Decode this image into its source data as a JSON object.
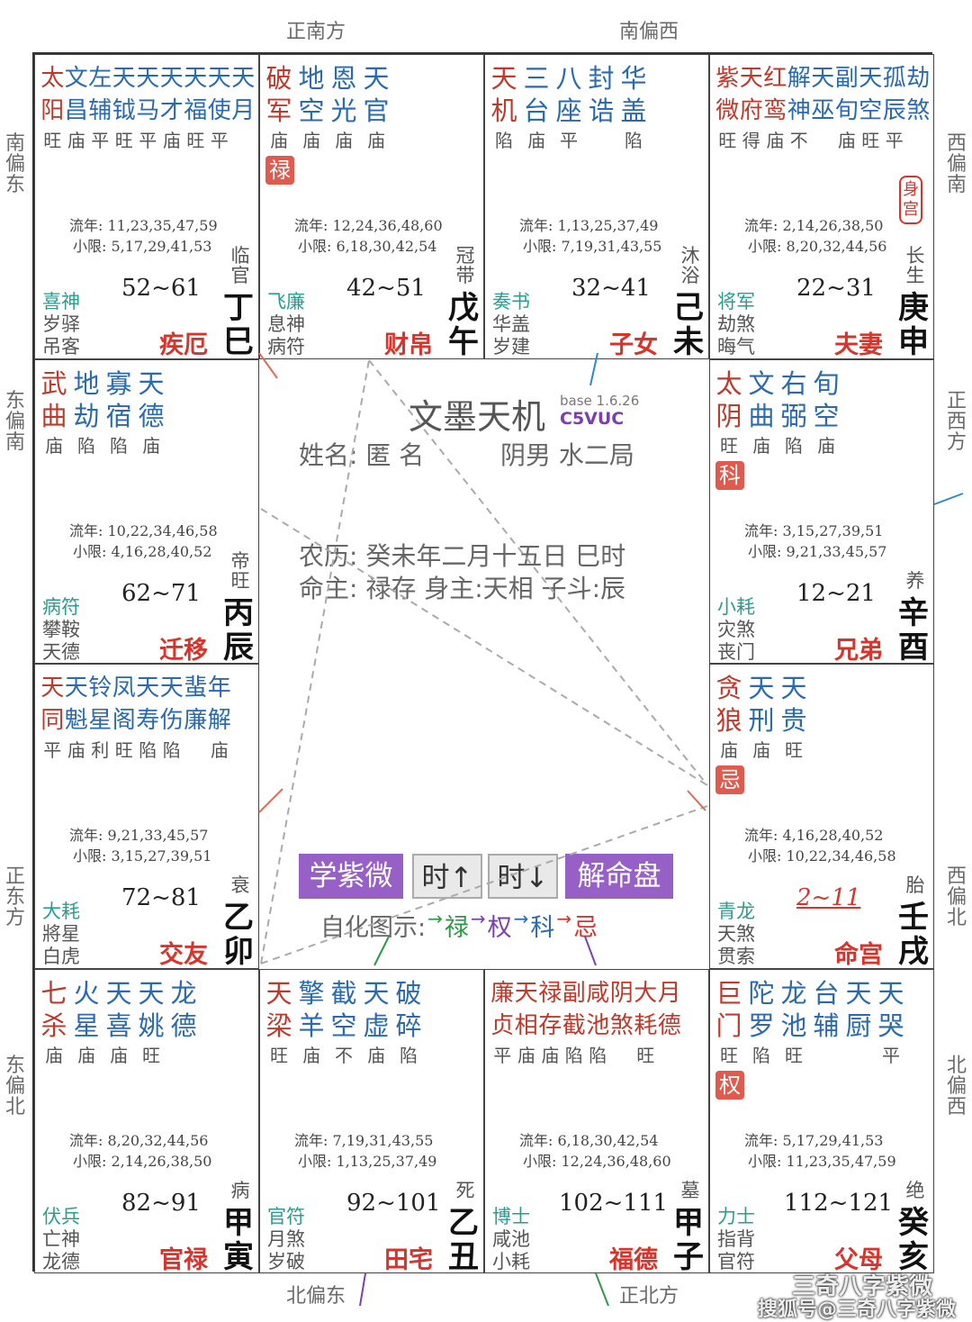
{
  "directions": {
    "top": [
      "正南方",
      "南偏西"
    ],
    "bottom": [
      "北偏东",
      "正北方"
    ],
    "left": [
      "南偏东",
      "东偏南",
      "正东方",
      "东偏北"
    ],
    "right": [
      "西偏南",
      "正西方",
      "西偏北",
      "北偏西"
    ]
  },
  "colors": {
    "red": "#d8342b",
    "blue": "#2a6ab0",
    "teal": "#2a9d8f",
    "purple": "#9660c7",
    "hua": "#e05a4e"
  },
  "cells": [
    {
      "stars": [
        {
          "n": "太阳",
          "b": "旺",
          "c": "#c0392b"
        },
        {
          "n": "文昌",
          "b": "庙",
          "c": "#2a6ab0"
        },
        {
          "n": "左辅",
          "b": "平",
          "c": "#2a6ab0"
        },
        {
          "n": "天钺",
          "b": "旺",
          "c": "#2a6ab0"
        },
        {
          "n": "天马",
          "b": "平",
          "c": "#2a6ab0"
        },
        {
          "n": "天才",
          "b": "庙",
          "c": "#2a6ab0"
        },
        {
          "n": "天福",
          "b": "旺",
          "c": "#2a6ab0"
        },
        {
          "n": "天使",
          "b": "平",
          "c": "#2a6ab0"
        },
        {
          "n": "天月",
          "b": "",
          "c": "#2a6ab0"
        }
      ],
      "liunian": "流年: 11,23,35,47,59",
      "xiaoxian": "小限: 5,17,29,41,53",
      "ys": [
        "喜神",
        "岁驿",
        "吊客"
      ],
      "range": "52~61",
      "palace": "疾厄",
      "stage": "临官",
      "stem": "丁巳"
    },
    {
      "stars": [
        {
          "n": "破军",
          "b": "庙",
          "c": "#c0392b"
        },
        {
          "n": "地空",
          "b": "庙",
          "c": "#2a6ab0"
        },
        {
          "n": "恩光",
          "b": "庙",
          "c": "#2a6ab0"
        },
        {
          "n": "天官",
          "b": "庙",
          "c": "#2a6ab0"
        }
      ],
      "hua": "禄",
      "liunian": "流年: 12,24,36,48,60",
      "xiaoxian": "小限: 6,18,30,42,54",
      "ys": [
        "飞廉",
        "息神",
        "病符"
      ],
      "range": "42~51",
      "palace": "财帛",
      "stage": "冠带",
      "stem": "戊午"
    },
    {
      "stars": [
        {
          "n": "天机",
          "b": "陷",
          "c": "#c0392b"
        },
        {
          "n": "三台",
          "b": "庙",
          "c": "#2a6ab0"
        },
        {
          "n": "八座",
          "b": "平",
          "c": "#2a6ab0"
        },
        {
          "n": "封诰",
          "b": "",
          "c": "#2a6ab0"
        },
        {
          "n": "华盖",
          "b": "陷",
          "c": "#2a6ab0"
        }
      ],
      "liunian": "流年: 1,13,25,37,49",
      "xiaoxian": "小限: 7,19,31,43,55",
      "ys": [
        "奏书",
        "华盖",
        "岁建"
      ],
      "range": "32~41",
      "palace": "子女",
      "stage": "沐浴",
      "stem": "己未"
    },
    {
      "stars": [
        {
          "n": "紫微",
          "b": "旺",
          "c": "#c0392b"
        },
        {
          "n": "天府",
          "b": "得",
          "c": "#c0392b"
        },
        {
          "n": "红鸾",
          "b": "庙",
          "c": "#c0392b"
        },
        {
          "n": "解神",
          "b": "不",
          "c": "#2a6ab0"
        },
        {
          "n": "天巫",
          "b": "",
          "c": "#2a6ab0"
        },
        {
          "n": "副旬",
          "b": "庙",
          "c": "#2a6ab0"
        },
        {
          "n": "天空",
          "b": "旺",
          "c": "#2a6ab0"
        },
        {
          "n": "孤辰",
          "b": "平",
          "c": "#2a6ab0"
        },
        {
          "n": "劫煞",
          "b": "",
          "c": "#2a6ab0"
        }
      ],
      "shen": "身宫",
      "liunian": "流年: 2,14,26,38,50",
      "xiaoxian": "小限: 8,20,32,44,56",
      "ys": [
        "将军",
        "劫煞",
        "晦气"
      ],
      "range": "22~31",
      "palace": "夫妻",
      "stage": "长生",
      "stem": "庚申"
    },
    {
      "stars": [
        {
          "n": "武曲",
          "b": "庙",
          "c": "#c0392b"
        },
        {
          "n": "地劫",
          "b": "陷",
          "c": "#2a6ab0"
        },
        {
          "n": "寡宿",
          "b": "陷",
          "c": "#2a6ab0"
        },
        {
          "n": "天德",
          "b": "庙",
          "c": "#2a6ab0"
        }
      ],
      "liunian": "流年: 10,22,34,46,58",
      "xiaoxian": "小限: 4,16,28,40,52",
      "ys": [
        "病符",
        "攀鞍",
        "天德"
      ],
      "range": "62~71",
      "palace": "迁移",
      "stage": "帝旺",
      "stem": "丙辰"
    },
    {
      "stars": [
        {
          "n": "太阴",
          "b": "旺",
          "c": "#c0392b"
        },
        {
          "n": "文曲",
          "b": "庙",
          "c": "#2a6ab0"
        },
        {
          "n": "右弼",
          "b": "陷",
          "c": "#2a6ab0"
        },
        {
          "n": "旬空",
          "b": "庙",
          "c": "#2a6ab0"
        }
      ],
      "hua": "科",
      "liunian": "流年: 3,15,27,39,51",
      "xiaoxian": "小限: 9,21,33,45,57",
      "ys": [
        "小耗",
        "灾煞",
        "丧门"
      ],
      "range": "12~21",
      "palace": "兄弟",
      "stage": "养",
      "stem": "辛酉"
    },
    {
      "stars": [
        {
          "n": "天同",
          "b": "平",
          "c": "#c0392b"
        },
        {
          "n": "天魁",
          "b": "庙",
          "c": "#2a6ab0"
        },
        {
          "n": "铃星",
          "b": "利",
          "c": "#2a6ab0"
        },
        {
          "n": "凤阁",
          "b": "旺",
          "c": "#2a6ab0"
        },
        {
          "n": "天寿",
          "b": "陷",
          "c": "#2a6ab0"
        },
        {
          "n": "天伤",
          "b": "陷",
          "c": "#2a6ab0"
        },
        {
          "n": "蜚廉",
          "b": "",
          "c": "#2a6ab0"
        },
        {
          "n": "年解",
          "b": "庙",
          "c": "#2a6ab0"
        }
      ],
      "liunian": "流年: 9,21,33,45,57",
      "xiaoxian": "小限: 3,15,27,39,51",
      "ys": [
        "大耗",
        "將星",
        "白虎"
      ],
      "range": "72~81",
      "palace": "交友",
      "stage": "衰",
      "stem": "乙卯"
    },
    {
      "stars": [
        {
          "n": "贪狼",
          "b": "庙",
          "c": "#c0392b"
        },
        {
          "n": "天刑",
          "b": "庙",
          "c": "#2a6ab0"
        },
        {
          "n": "天贵",
          "b": "旺",
          "c": "#2a6ab0"
        }
      ],
      "hua": "忌",
      "liunian": "流年: 4,16,28,40,52",
      "xiaoxian": "小限: 10,22,34,46,58",
      "ys": [
        "青龙",
        "天煞",
        "贯索"
      ],
      "range": "2~11",
      "palace": "命宫",
      "stage": "胎",
      "stem": "壬戌"
    },
    {
      "stars": [
        {
          "n": "七杀",
          "b": "庙",
          "c": "#c0392b"
        },
        {
          "n": "火星",
          "b": "庙",
          "c": "#2a6ab0"
        },
        {
          "n": "天喜",
          "b": "庙",
          "c": "#2a6ab0"
        },
        {
          "n": "天姚",
          "b": "旺",
          "c": "#2a6ab0"
        },
        {
          "n": "龙德",
          "b": "",
          "c": "#2a6ab0"
        }
      ],
      "liunian": "流年: 8,20,32,44,56",
      "xiaoxian": "小限: 2,14,26,38,50",
      "ys": [
        "伏兵",
        "亡神",
        "龙德"
      ],
      "range": "82~91",
      "palace": "官禄",
      "stage": "病",
      "stem": "甲寅"
    },
    {
      "stars": [
        {
          "n": "天梁",
          "b": "旺",
          "c": "#c0392b"
        },
        {
          "n": "擎羊",
          "b": "庙",
          "c": "#2a6ab0"
        },
        {
          "n": "截空",
          "b": "不",
          "c": "#2a6ab0"
        },
        {
          "n": "天虚",
          "b": "庙",
          "c": "#2a6ab0"
        },
        {
          "n": "破碎",
          "b": "陷",
          "c": "#2a6ab0"
        }
      ],
      "liunian": "流年: 7,19,31,43,55",
      "xiaoxian": "小限: 1,13,25,37,49",
      "ys": [
        "官符",
        "月煞",
        "岁破"
      ],
      "range": "92~101",
      "palace": "田宅",
      "stage": "死",
      "stem": "乙丑"
    },
    {
      "stars": [
        {
          "n": "廉贞",
          "b": "平",
          "c": "#c0392b"
        },
        {
          "n": "天相",
          "b": "庙",
          "c": "#c0392b"
        },
        {
          "n": "禄存",
          "b": "庙",
          "c": "#c0392b"
        },
        {
          "n": "副截",
          "b": "陷",
          "c": "#c0392b"
        },
        {
          "n": "咸池",
          "b": "陷",
          "c": "#c0392b"
        },
        {
          "n": "阴煞",
          "b": "",
          "c": "#c0392b"
        },
        {
          "n": "大耗",
          "b": "旺",
          "c": "#c0392b"
        },
        {
          "n": "月德",
          "b": "",
          "c": "#c0392b"
        }
      ],
      "liunian": "流年: 6,18,30,42,54",
      "xiaoxian": "小限: 12,24,36,48,60",
      "ys": [
        "博士",
        "咸池",
        "小耗"
      ],
      "range": "102~111",
      "palace": "福德",
      "stage": "墓",
      "stem": "甲子"
    },
    {
      "stars": [
        {
          "n": "巨门",
          "b": "旺",
          "c": "#c0392b"
        },
        {
          "n": "陀罗",
          "b": "陷",
          "c": "#2a6ab0"
        },
        {
          "n": "龙池",
          "b": "旺",
          "c": "#2a6ab0"
        },
        {
          "n": "台辅",
          "b": "",
          "c": "#2a6ab0"
        },
        {
          "n": "天厨",
          "b": "",
          "c": "#2a6ab0"
        },
        {
          "n": "天哭",
          "b": "平",
          "c": "#2a6ab0"
        }
      ],
      "hua": "权",
      "liunian": "流年: 5,17,29,41,53",
      "xiaoxian": "小限: 11,23,35,47,59",
      "ys": [
        "力士",
        "指背",
        "官符"
      ],
      "range": "112~121",
      "palace": "父母",
      "stage": "绝",
      "stem": "癸亥"
    }
  ],
  "center": {
    "app_title": "文墨天机",
    "version": "base 1.6.26",
    "code": "C5VUC",
    "name_line": "姓名: 匿 名",
    "gender_line": "阴男 水二局",
    "lunar_line": "农历: 癸未年二月十五日 巳时",
    "master_line": "命主: 禄存 身主:天相 子斗:辰",
    "buttons": {
      "learn": "学紫微",
      "time_up": "时↑",
      "time_down": "时↓",
      "interpret": "解命盘"
    },
    "legend_label": "自化图示:",
    "legend": [
      {
        "t": "禄",
        "c": "#2e9a46"
      },
      {
        "t": "权",
        "c": "#7a3fb0"
      },
      {
        "t": "科",
        "c": "#2a6ab0"
      },
      {
        "t": "忌",
        "c": "#d8342b"
      }
    ]
  },
  "watermark": {
    "line1": "三奇八字紫微",
    "line2": "搜狐号@三奇八字紫微"
  }
}
